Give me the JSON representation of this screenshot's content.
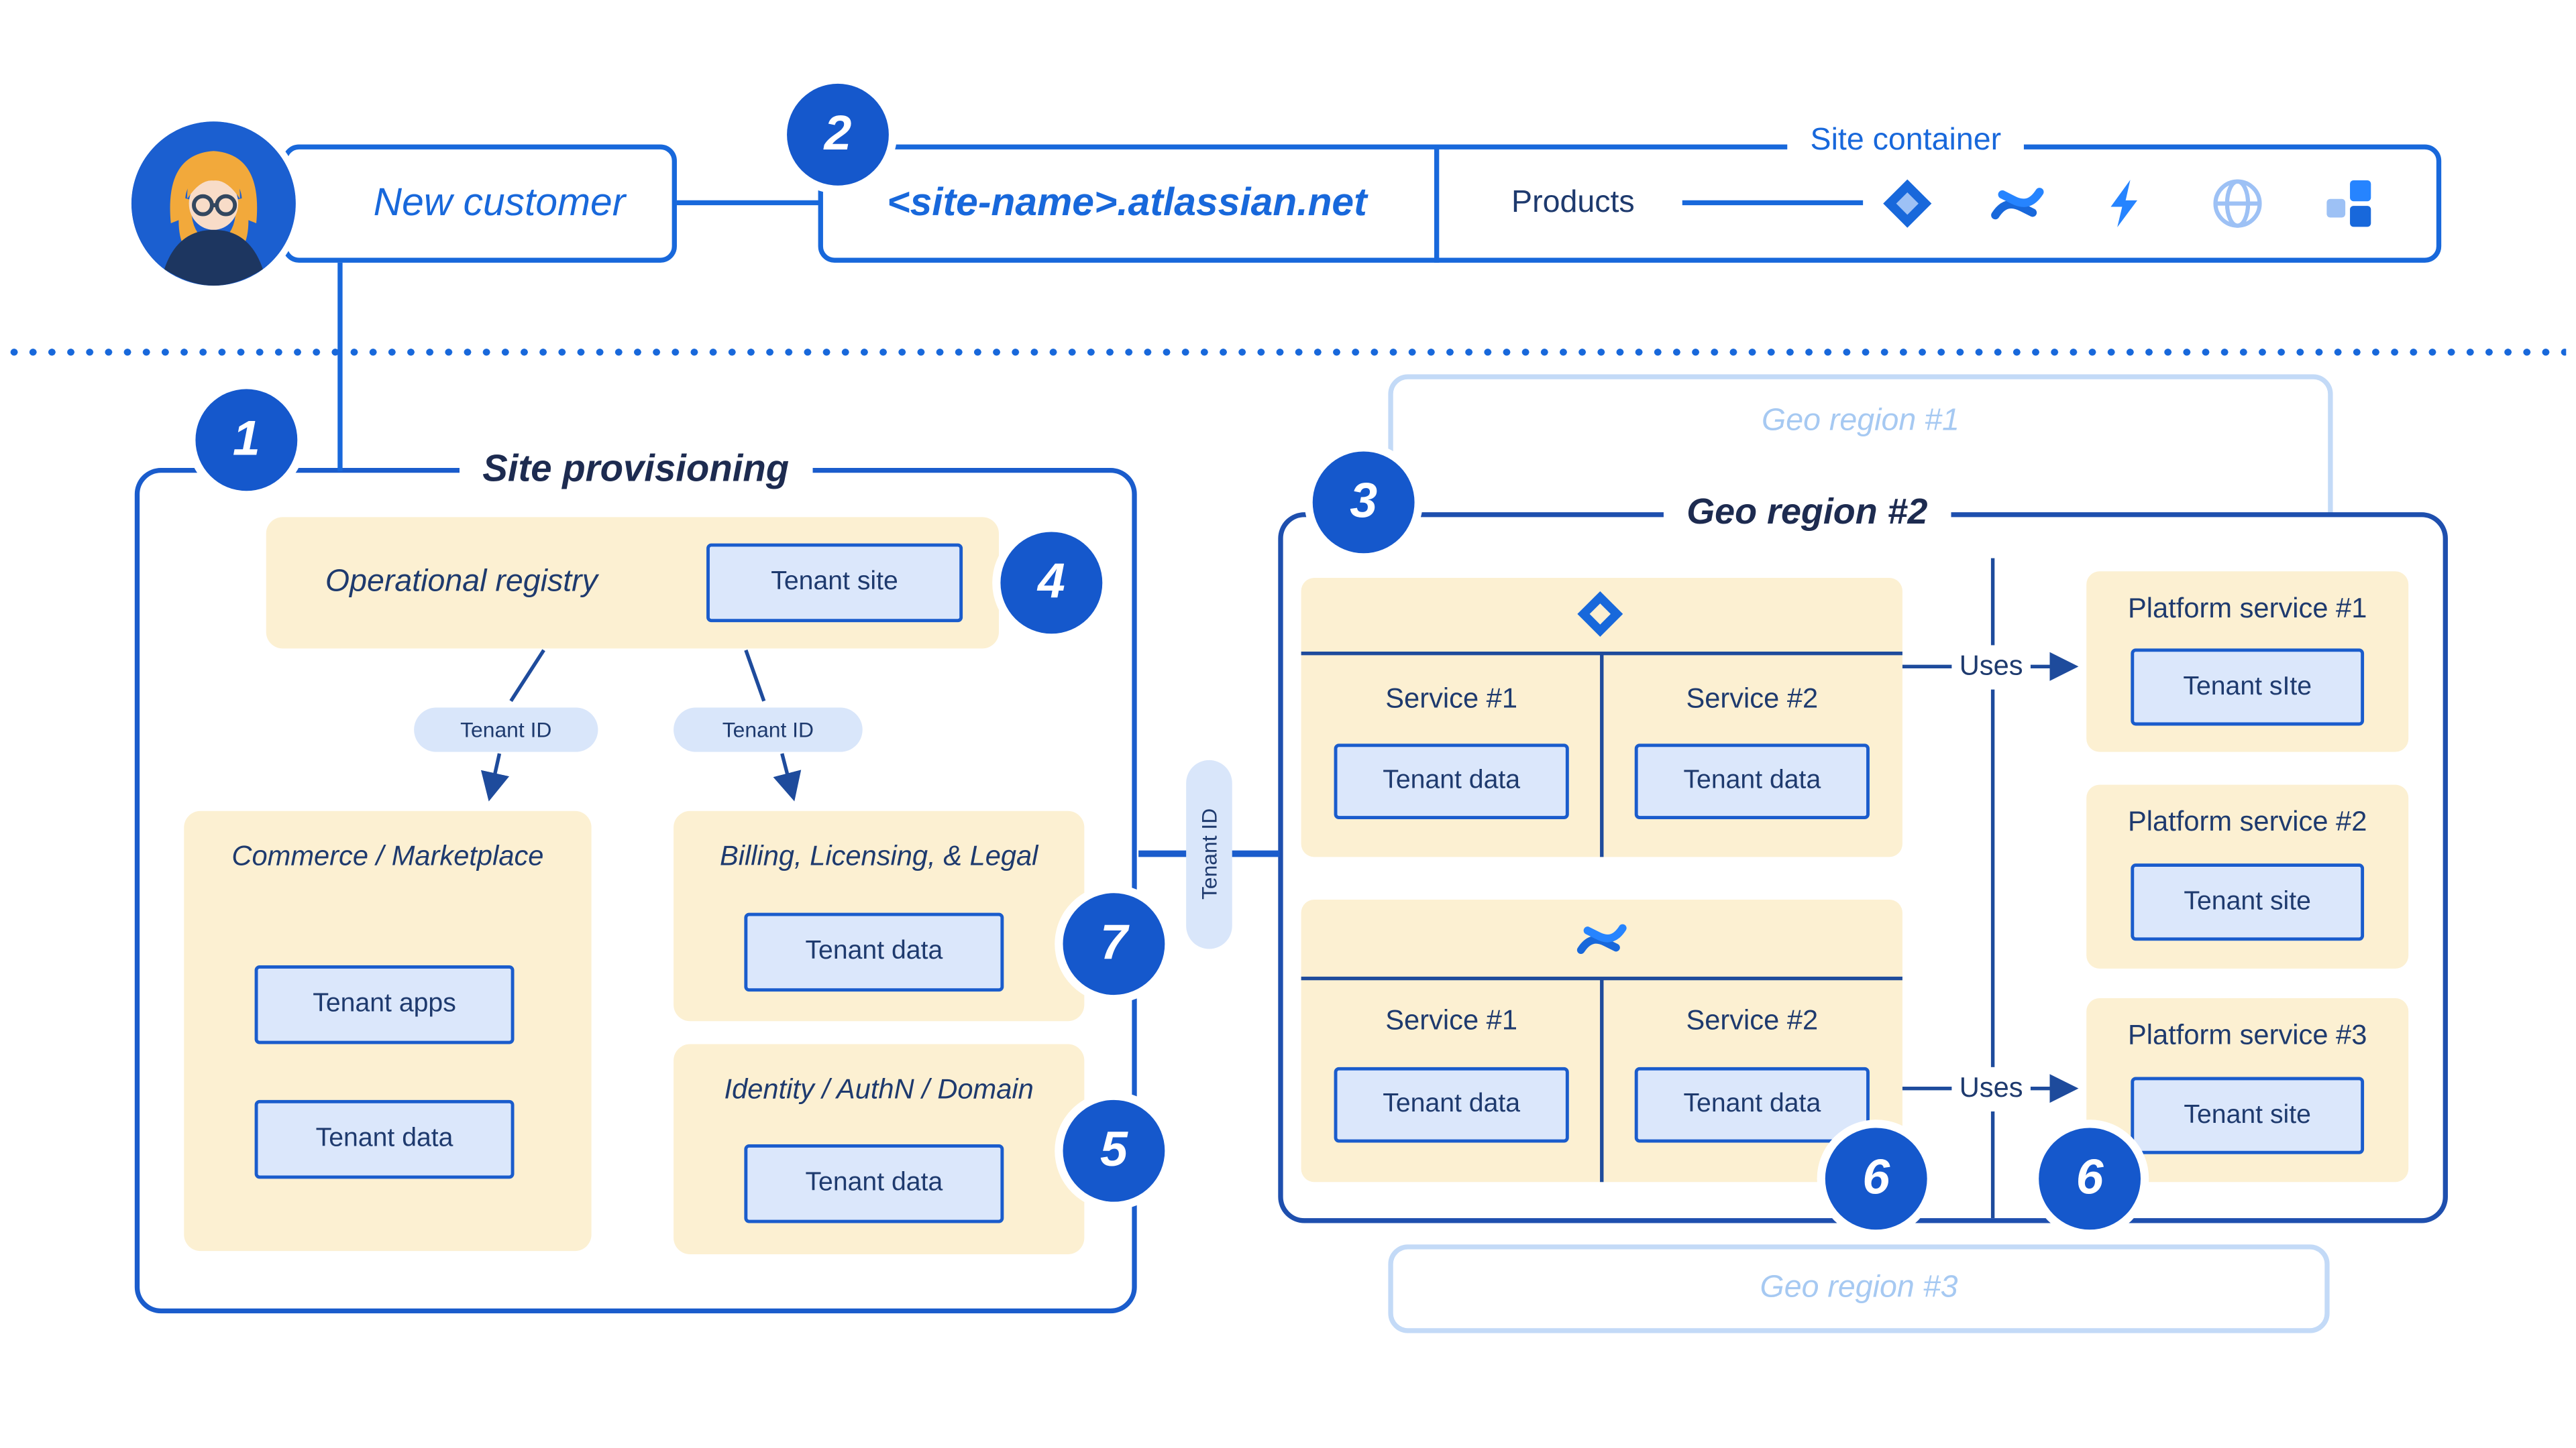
{
  "header": {
    "new_customer": "New customer",
    "site_name": "<site-name>.atlassian.net",
    "site_container": "Site container",
    "products": "Products"
  },
  "steps": {
    "s1": "1",
    "s2": "2",
    "s3": "3",
    "s4": "4",
    "s5": "5",
    "s6a": "6",
    "s6b": "6",
    "s7": "7"
  },
  "provisioning": {
    "title": "Site provisioning",
    "registry_title": "Operational registry",
    "registry_tenant_site": "Tenant site",
    "tenant_id_left": "Tenant ID",
    "tenant_id_right": "Tenant ID",
    "commerce_title": "Commerce / Marketplace",
    "commerce_tenant_apps": "Tenant apps",
    "commerce_tenant_data": "Tenant data",
    "billing_title": "Billing, Licensing, & Legal",
    "billing_tenant_data": "Tenant data",
    "identity_title": "Identity / AuthN / Domain",
    "identity_tenant_data": "Tenant data"
  },
  "connector_tenant_id": "Tenant ID",
  "geo1": {
    "title": "Geo region #1"
  },
  "geo2": {
    "title": "Geo region #2",
    "jira": {
      "service1": "Service #1",
      "service2": "Service #2",
      "data1": "Tenant data",
      "data2": "Tenant data"
    },
    "confluence": {
      "service1": "Service #1",
      "service2": "Service #2",
      "data1": "Tenant data",
      "data2": "Tenant data"
    },
    "uses_top": "Uses",
    "uses_bottom": "Uses",
    "platform1": {
      "title": "Platform service #1",
      "box": "Tenant sIte"
    },
    "platform2": {
      "title": "Platform service #2",
      "box": "Tenant site"
    },
    "platform3": {
      "title": "Platform service #3",
      "box": "Tenant site"
    }
  },
  "geo3": {
    "title": "Geo region #3"
  },
  "icons": {
    "avatar": "customer-avatar",
    "products": [
      "jira",
      "confluence",
      "lightning-bolt",
      "globe",
      "app-blocks"
    ],
    "geo2_groups": [
      "jira",
      "confluence"
    ]
  },
  "colors": {
    "accent_blue": "#1868DB",
    "badge_blue": "#1558CC",
    "navy_text": "#1E3A6E",
    "cream_fill": "#FCF0D2",
    "light_blue_fill": "#DBE7FB",
    "faded_blue": "#A6C9F2"
  }
}
